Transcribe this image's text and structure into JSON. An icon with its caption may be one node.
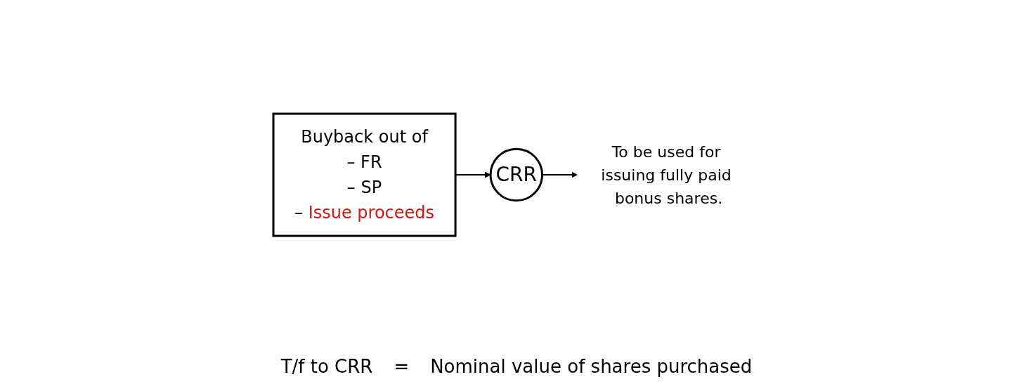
{
  "diagram": {
    "nodes": [
      {
        "text": [
          "Buyback out of",
          "– FR",
          "– SP",
          "– Issue proceeds"
        ]
      },
      {
        "text": [
          "CRR"
        ]
      },
      {
        "text": [
          "To be used for issuing fully paid bonus shares."
        ]
      }
    ],
    "edges": [
      {
        "from": 0,
        "to": 1,
        "arrow": "to"
      },
      {
        "from": 1,
        "to": 2,
        "arrow": "to"
      }
    ],
    "labels": [
      "T/f to CRR",
      "=",
      "Nominal value of shares purchased"
    ]
  }
}
